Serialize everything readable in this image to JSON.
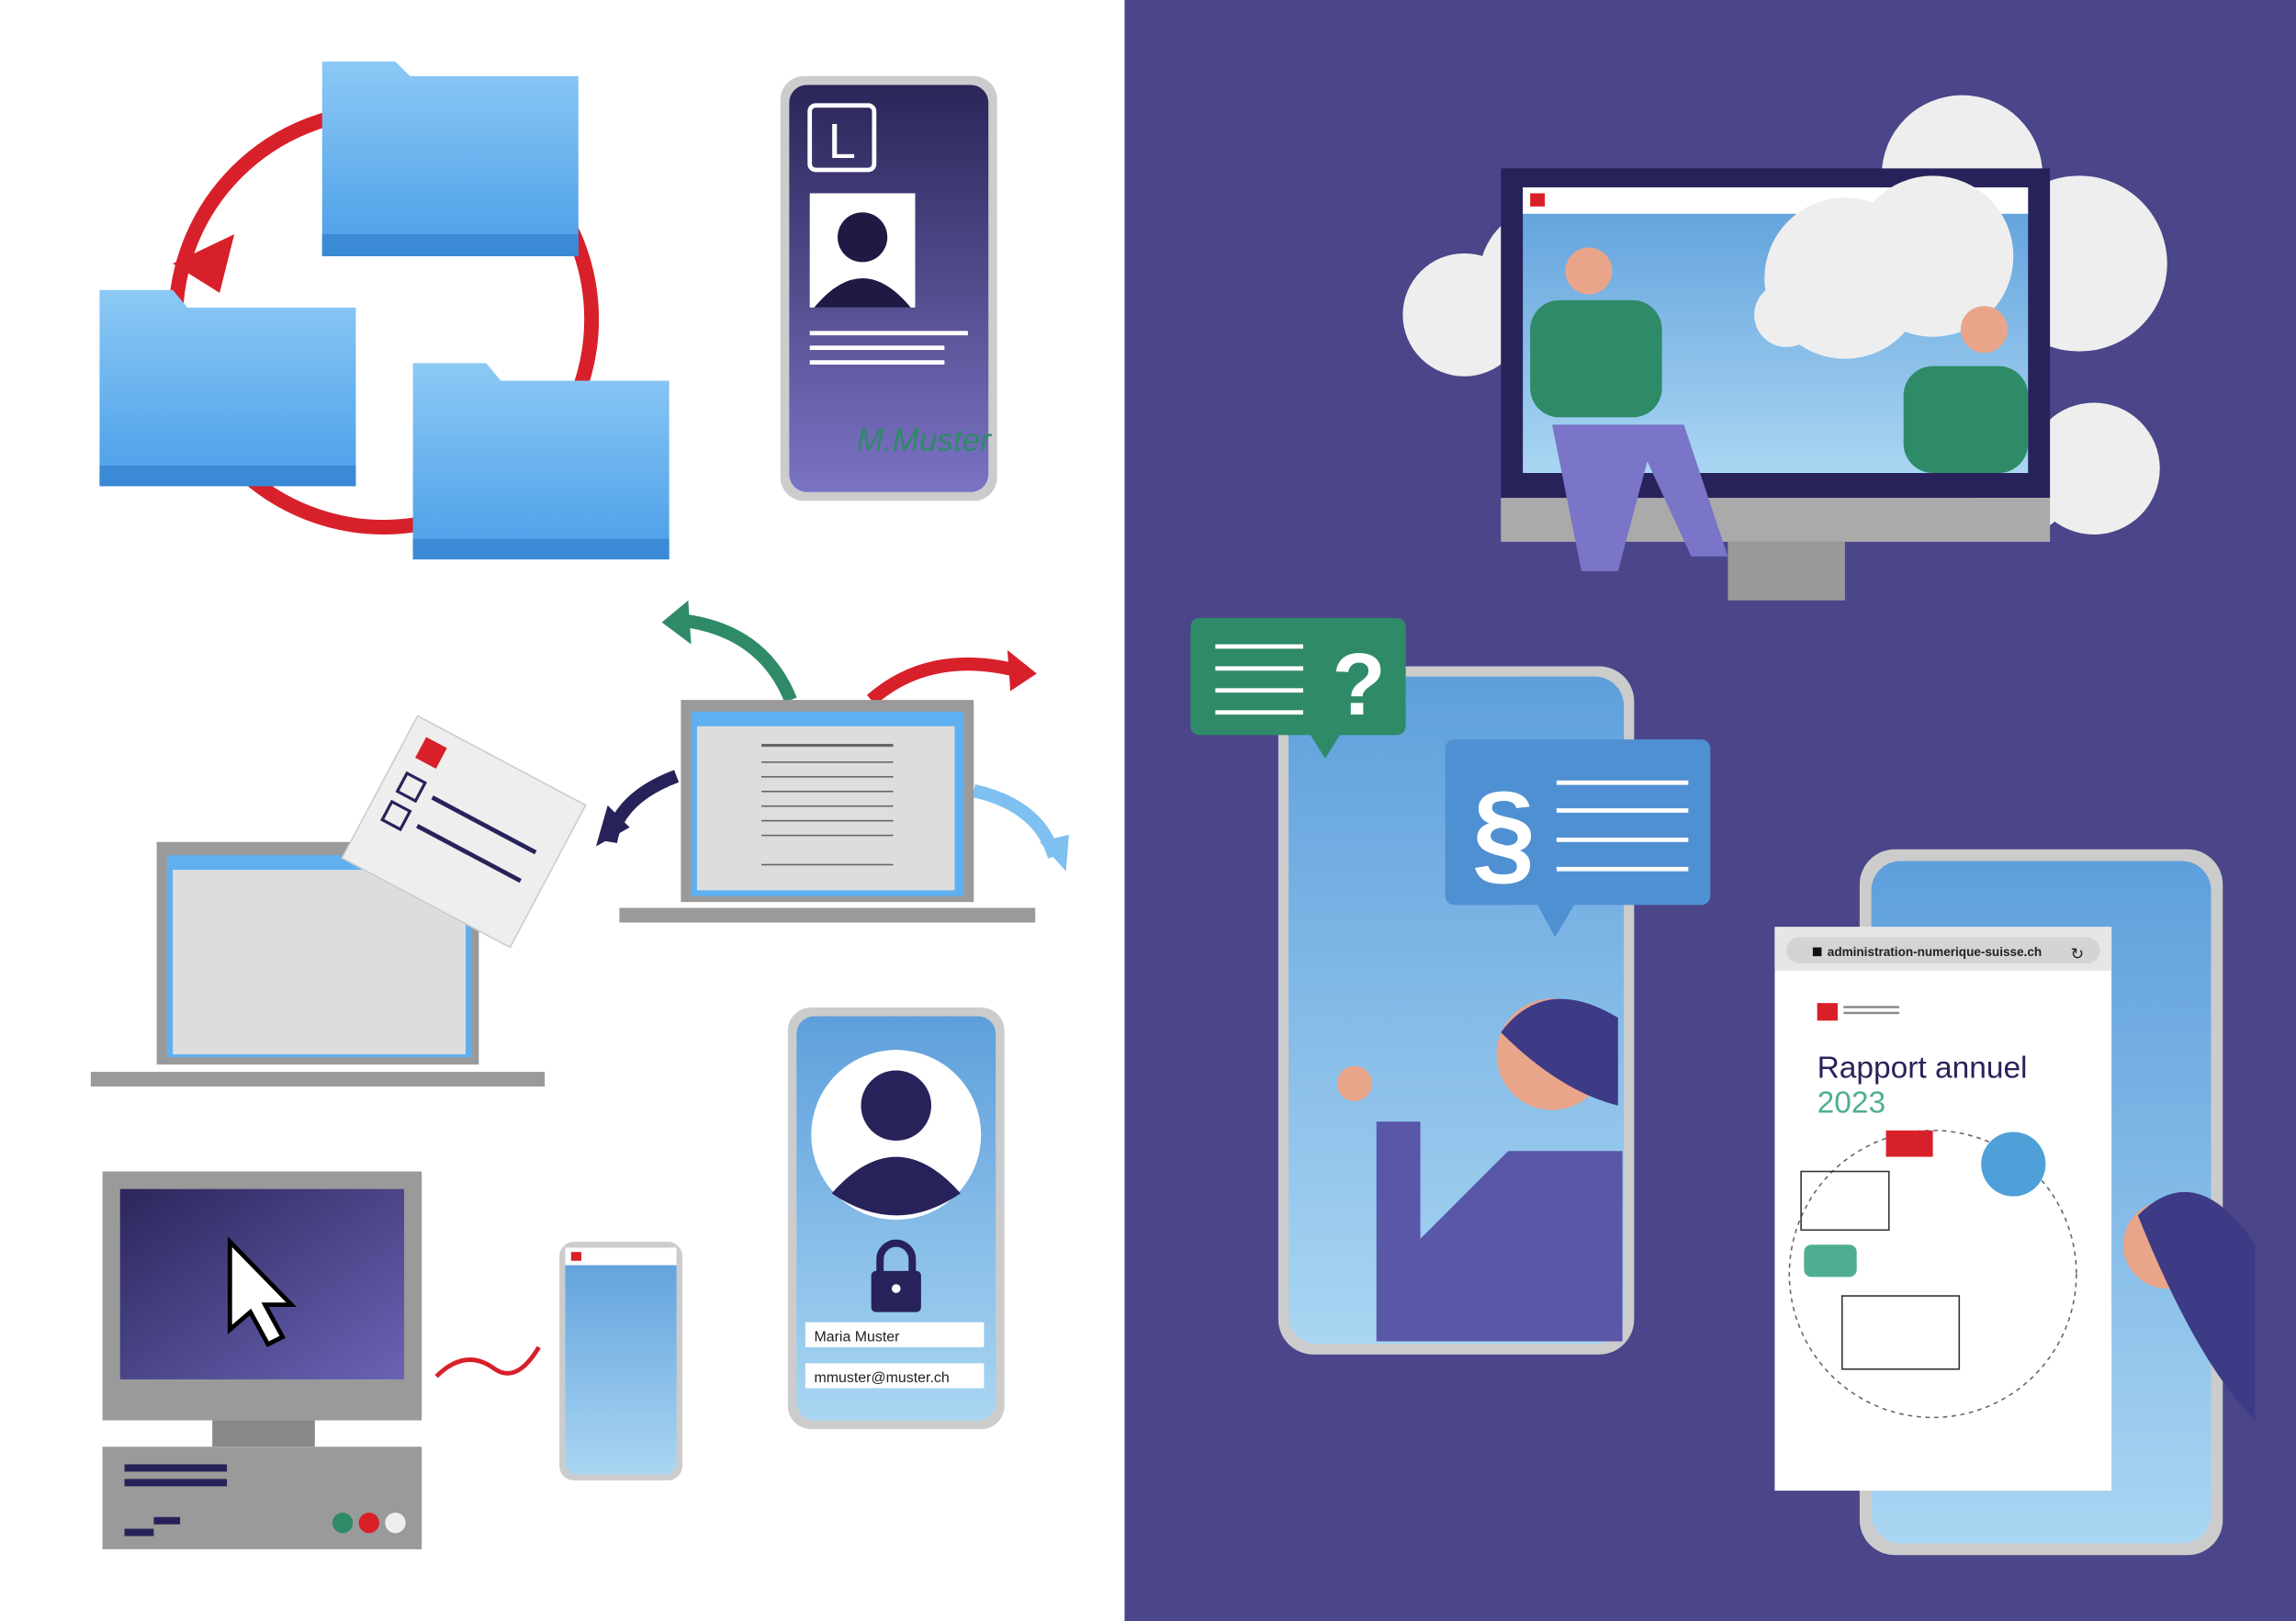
{
  "id_card": {
    "badge": "L",
    "signature": "M.Muster"
  },
  "profile_phone": {
    "name_value": "Maria Muster",
    "email_value": "mmuster@muster.ch"
  },
  "green_bubble": {
    "symbol": "?"
  },
  "blue_bubble": {
    "symbol": "§"
  },
  "report_page": {
    "url": "administration-numerique-suisse.ch",
    "title": "Rapport annuel",
    "year": "2023"
  },
  "colors": {
    "panel": "#4a4689",
    "red": "#d8202a",
    "green": "#2f8a68",
    "blue": "#5b9fd8",
    "navy": "#27235a"
  }
}
